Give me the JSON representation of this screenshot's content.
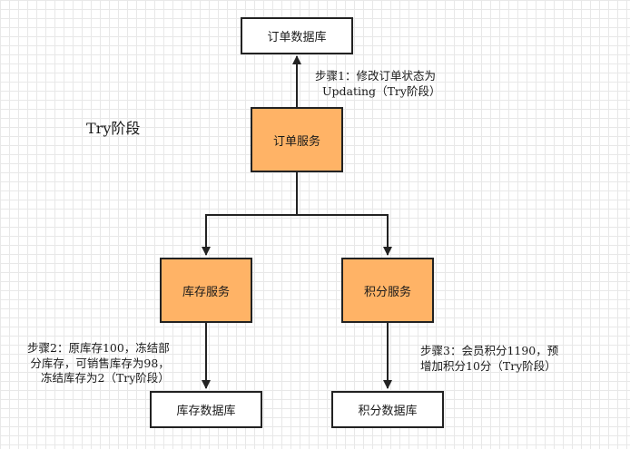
{
  "diagram": {
    "title": "Try阶段",
    "nodes": {
      "order_db": "订单数据库",
      "order_service": "订单服务",
      "inventory_service": "库存服务",
      "points_service": "积分服务",
      "inventory_db": "库存数据库",
      "points_db": "积分数据库"
    },
    "notes": {
      "step1": [
        "步骤1：修改订单状态为",
        "Updating（Try阶段）"
      ],
      "step2": [
        "步骤2：原库存100，冻结部",
        "分库存，可销售库存为98，",
        "冻结库存为2（Try阶段）"
      ],
      "step3": [
        "步骤3：会员积分1190，预",
        "增加积分10分（Try阶段）"
      ]
    },
    "colors": {
      "service_fill": "#ffb366",
      "db_fill": "#ffffff",
      "line": "#222222"
    }
  }
}
